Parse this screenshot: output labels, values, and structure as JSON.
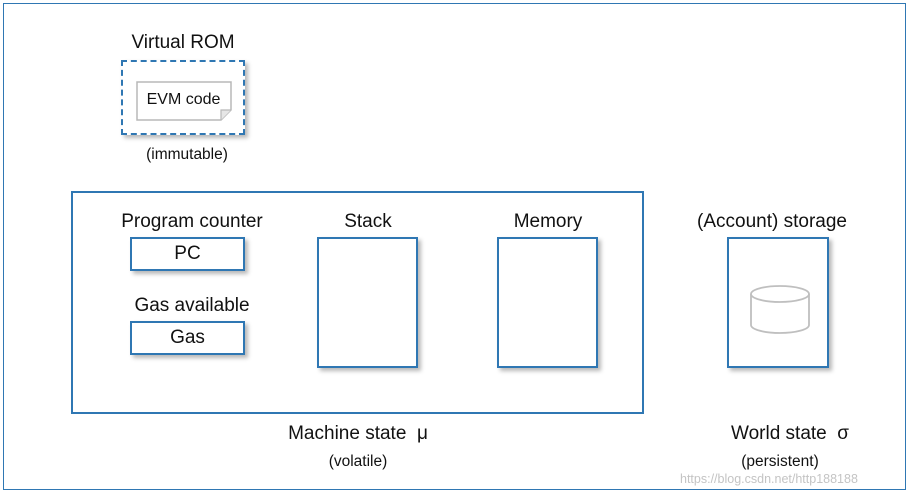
{
  "rom": {
    "title": "Virtual ROM",
    "doc_label": "EVM code",
    "note": "(immutable)"
  },
  "machine": {
    "pc_label": "Program counter",
    "pc_value": "PC",
    "gas_label": "Gas available",
    "gas_value": "Gas",
    "stack_label": "Stack",
    "memory_label": "Memory",
    "title": "Machine state  μ",
    "note": "(volatile)"
  },
  "world": {
    "storage_label": "(Account) storage",
    "title": "World state  σ",
    "note": "(persistent)"
  },
  "watermark": "https://blog.csdn.net/http188188",
  "colors": {
    "border": "#2f77b3",
    "cylinder": "#bfbfbf",
    "watermark": "#c4c4c4"
  }
}
